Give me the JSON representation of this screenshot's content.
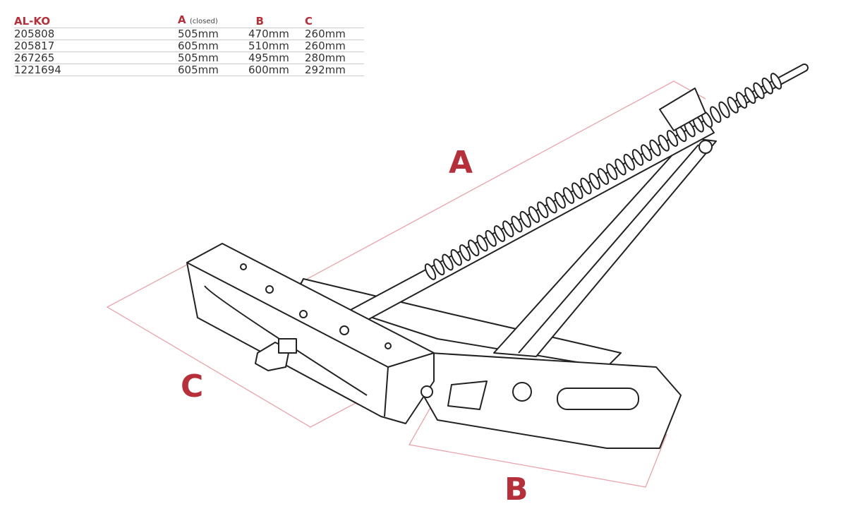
{
  "table": {
    "headers": {
      "brand": "AL-KO",
      "a": "A",
      "a_note": "(closed)",
      "b": "B",
      "c": "C"
    },
    "rows": [
      {
        "part": "205808",
        "a": "505mm",
        "b": "470mm",
        "c": "260mm"
      },
      {
        "part": "205817",
        "a": "605mm",
        "b": "510mm",
        "c": "260mm"
      },
      {
        "part": "267265",
        "a": "505mm",
        "b": "495mm",
        "c": "280mm"
      },
      {
        "part": "1221694",
        "a": "605mm",
        "b": "600mm",
        "c": "292mm"
      }
    ]
  },
  "diagram": {
    "labels": {
      "a": "A",
      "b": "B",
      "c": "C"
    },
    "colors": {
      "label": "#b5303a",
      "dimension_line": "#e9a3ab",
      "outline": "#222222"
    }
  }
}
